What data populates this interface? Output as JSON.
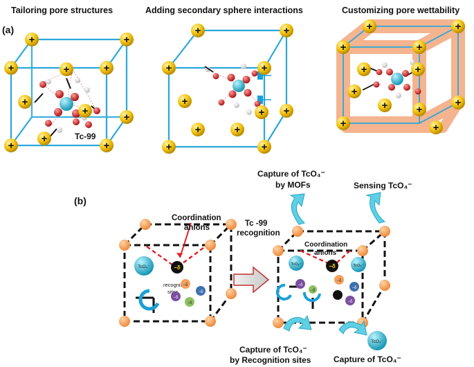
{
  "panel_a": {
    "tag": "(a)",
    "titles": [
      "Tailoring pore structures",
      "Adding secondary sphere interactions",
      "Customizing pore wettability"
    ],
    "plus": "+",
    "tc_label": "Tc-99"
  },
  "panel_b": {
    "tag": "(b)",
    "coord_left": [
      "Coordination",
      "anions"
    ],
    "coord_right": [
      "Coordination",
      "anions"
    ],
    "recognition_sites": [
      "recognition",
      "sites"
    ],
    "tc_recognition": [
      "Tc -99",
      "recognition"
    ],
    "delta": "−δ",
    "tco4": "TcO₄⁻",
    "capture_mofs": [
      "Capture of TcO₄⁻",
      "by MOFs"
    ],
    "sensing": "Sensing TcO₄⁻",
    "capture_sites": [
      "Capture of TcO₄⁻",
      "by Recognition sites"
    ],
    "capture": "Capture of TcO₄⁻"
  },
  "colors": {
    "cube_blue": "#29a8dc",
    "plus_yellow": "#f2c20c",
    "orange": "#f5a05c",
    "wettability": "#f4b08a",
    "tc_cyan": "#27b8cf",
    "oxygen_red": "#cc2222",
    "arrow_cyan": "#3ac4dc",
    "red_dash": "#e02020"
  }
}
